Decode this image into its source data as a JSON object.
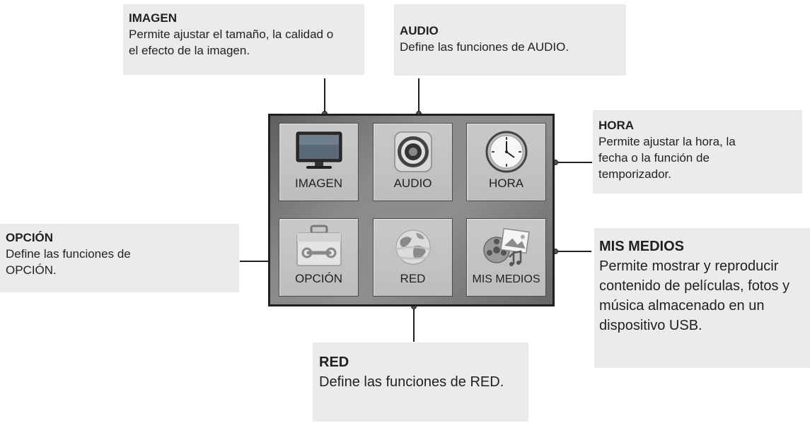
{
  "callouts": {
    "imagen": {
      "title": "IMAGEN",
      "text": "Permite ajustar el tamaño, la calidad o el efecto de la imagen."
    },
    "audio": {
      "title": "AUDIO",
      "text": "Define las funciones de AUDIO."
    },
    "hora": {
      "title": "HORA",
      "text": "Permite ajustar la hora, la fecha o la función de temporizador."
    },
    "opcion": {
      "title": "OPCIÓN",
      "text": "Define las funciones de OPCIÓN."
    },
    "medios": {
      "title": "MIS MEDIOS",
      "text": "Permite mostrar y reproducir contenido de películas, fotos y música almacenado en un dispositivo USB."
    },
    "red": {
      "title": "RED",
      "text": "Define las funciones de RED."
    }
  },
  "menu": {
    "tiles": [
      {
        "label": "IMAGEN",
        "icon": "tv-icon"
      },
      {
        "label": "AUDIO",
        "icon": "speaker-icon"
      },
      {
        "label": "HORA",
        "icon": "clock-icon"
      },
      {
        "label": "OPCIÓN",
        "icon": "toolbox-icon"
      },
      {
        "label": "RED",
        "icon": "globe-icon"
      },
      {
        "label": "MIS MEDIOS",
        "icon": "media-icon"
      }
    ]
  }
}
